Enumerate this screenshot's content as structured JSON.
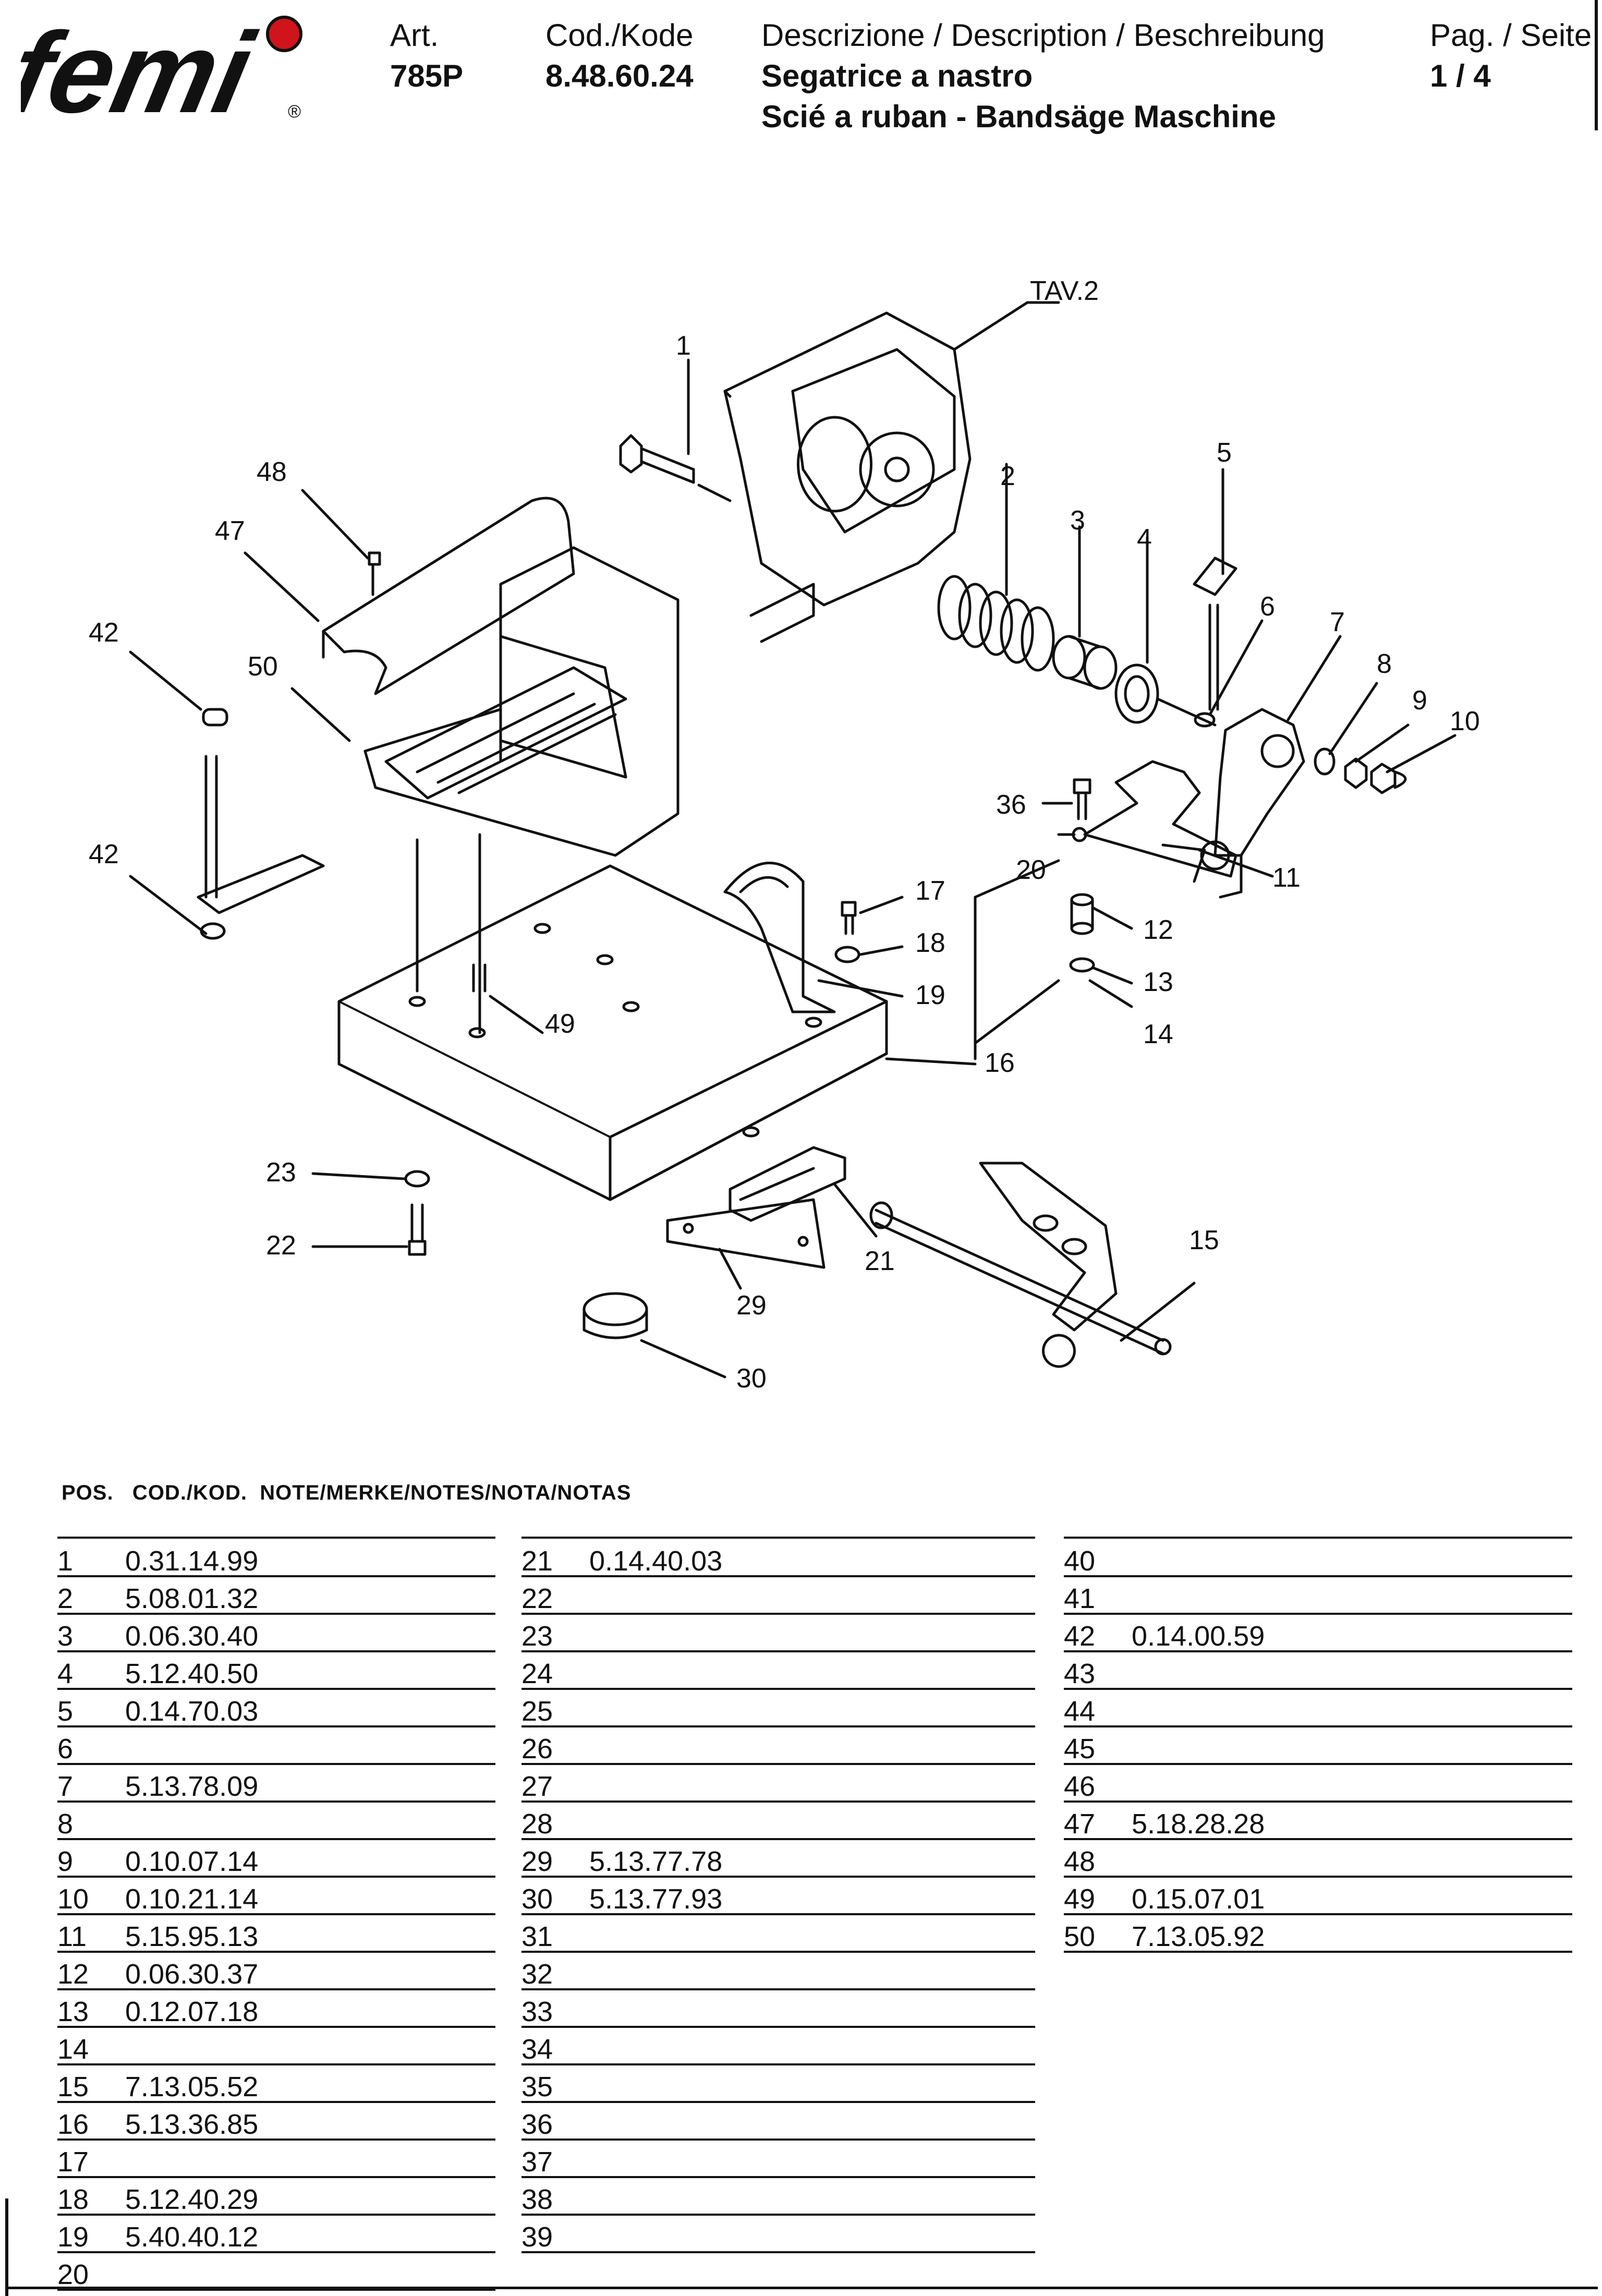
{
  "header": {
    "brand": "femi",
    "art_label": "Art.",
    "art_value": "785P",
    "cod_label": "Cod./Kode",
    "cod_value": "8.48.60.24",
    "desc_label": "Descrizione / Description / Beschreibung",
    "desc_line1": "Segatrice a nastro",
    "desc_line2": "Scié a ruban - Bandsäge Maschine",
    "page_label": "Pag. / Seite",
    "page_value": "1 / 4"
  },
  "drawing": {
    "ref_label": "TAV.2",
    "callouts": [
      "1",
      "2",
      "3",
      "4",
      "5",
      "6",
      "7",
      "8",
      "9",
      "10",
      "11",
      "12",
      "13",
      "14",
      "15",
      "16",
      "17",
      "18",
      "19",
      "20",
      "21",
      "22",
      "23",
      "29",
      "30",
      "36",
      "42",
      "42",
      "47",
      "48",
      "49",
      "50"
    ]
  },
  "table": {
    "header": "POS.   COD./KOD.  NOTE/MERKE/NOTES/NOTA/NOTAS",
    "columns": [
      [
        {
          "pos": "1",
          "code": "0.31.14.99"
        },
        {
          "pos": "2",
          "code": "5.08.01.32"
        },
        {
          "pos": "3",
          "code": "0.06.30.40"
        },
        {
          "pos": "4",
          "code": "5.12.40.50"
        },
        {
          "pos": "5",
          "code": "0.14.70.03"
        },
        {
          "pos": "6",
          "code": ""
        },
        {
          "pos": "7",
          "code": "5.13.78.09"
        },
        {
          "pos": "8",
          "code": ""
        },
        {
          "pos": "9",
          "code": "0.10.07.14"
        },
        {
          "pos": "10",
          "code": "0.10.21.14"
        },
        {
          "pos": "11",
          "code": "5.15.95.13"
        },
        {
          "pos": "12",
          "code": "0.06.30.37"
        },
        {
          "pos": "13",
          "code": "0.12.07.18"
        },
        {
          "pos": "14",
          "code": ""
        },
        {
          "pos": "15",
          "code": "7.13.05.52"
        },
        {
          "pos": "16",
          "code": "5.13.36.85"
        },
        {
          "pos": "17",
          "code": ""
        },
        {
          "pos": "18",
          "code": "5.12.40.29"
        },
        {
          "pos": "19",
          "code": "5.40.40.12"
        },
        {
          "pos": "20",
          "code": ""
        }
      ],
      [
        {
          "pos": "21",
          "code": "0.14.40.03"
        },
        {
          "pos": "22",
          "code": ""
        },
        {
          "pos": "23",
          "code": ""
        },
        {
          "pos": "24",
          "code": ""
        },
        {
          "pos": "25",
          "code": ""
        },
        {
          "pos": "26",
          "code": ""
        },
        {
          "pos": "27",
          "code": ""
        },
        {
          "pos": "28",
          "code": ""
        },
        {
          "pos": "29",
          "code": "5.13.77.78"
        },
        {
          "pos": "30",
          "code": "5.13.77.93"
        },
        {
          "pos": "31",
          "code": ""
        },
        {
          "pos": "32",
          "code": ""
        },
        {
          "pos": "33",
          "code": ""
        },
        {
          "pos": "34",
          "code": ""
        },
        {
          "pos": "35",
          "code": ""
        },
        {
          "pos": "36",
          "code": ""
        },
        {
          "pos": "37",
          "code": ""
        },
        {
          "pos": "38",
          "code": ""
        },
        {
          "pos": "39",
          "code": ""
        }
      ],
      [
        {
          "pos": "40",
          "code": ""
        },
        {
          "pos": "41",
          "code": ""
        },
        {
          "pos": "42",
          "code": "0.14.00.59"
        },
        {
          "pos": "43",
          "code": ""
        },
        {
          "pos": "44",
          "code": ""
        },
        {
          "pos": "45",
          "code": ""
        },
        {
          "pos": "46",
          "code": ""
        },
        {
          "pos": "47",
          "code": "5.18.28.28"
        },
        {
          "pos": "48",
          "code": ""
        },
        {
          "pos": "49",
          "code": "0.15.07.01"
        },
        {
          "pos": "50",
          "code": "7.13.05.92"
        }
      ]
    ]
  },
  "colors": {
    "ink": "#111111",
    "logo_dot": "#d0141c",
    "paper": "#ffffff"
  }
}
